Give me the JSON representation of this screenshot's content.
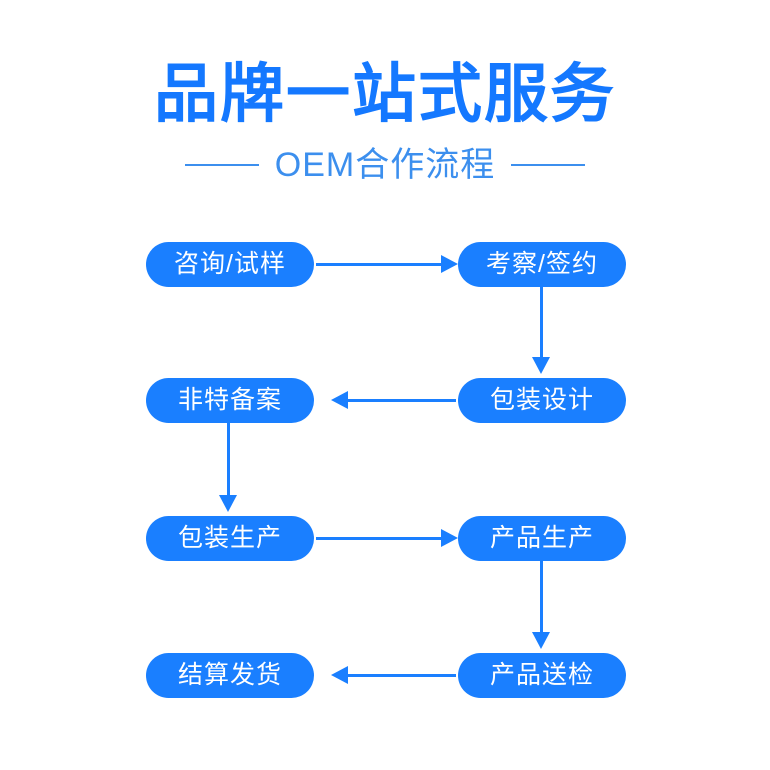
{
  "page": {
    "background_color": "#FFFFFF",
    "accent_color": "#1A7FFF",
    "title_color": "#1478FF",
    "subtitle_color": "#3C8FEE"
  },
  "header": {
    "title": "品牌一站式服务",
    "subtitle": "OEM合作流程"
  },
  "flowchart": {
    "type": "process-flow",
    "direction": "serpentine",
    "nodes": [
      {
        "id": "step-1",
        "label": "咨询/试样",
        "row": 1,
        "column": "left"
      },
      {
        "id": "step-2",
        "label": "考察/签约",
        "row": 1,
        "column": "right"
      },
      {
        "id": "step-3",
        "label": "包装设计",
        "row": 2,
        "column": "right"
      },
      {
        "id": "step-4",
        "label": "非特备案",
        "row": 2,
        "column": "left"
      },
      {
        "id": "step-5",
        "label": "包装生产",
        "row": 3,
        "column": "left"
      },
      {
        "id": "step-6",
        "label": "产品生产",
        "row": 3,
        "column": "right"
      },
      {
        "id": "step-7",
        "label": "产品送检",
        "row": 4,
        "column": "right"
      },
      {
        "id": "step-8",
        "label": "结算发货",
        "row": 4,
        "column": "left"
      }
    ],
    "connectors": [
      {
        "from": "step-1",
        "to": "step-2",
        "direction": "right"
      },
      {
        "from": "step-2",
        "to": "step-3",
        "direction": "down"
      },
      {
        "from": "step-3",
        "to": "step-4",
        "direction": "left"
      },
      {
        "from": "step-4",
        "to": "step-5",
        "direction": "down"
      },
      {
        "from": "step-5",
        "to": "step-6",
        "direction": "right"
      },
      {
        "from": "step-6",
        "to": "step-7",
        "direction": "down"
      },
      {
        "from": "step-7",
        "to": "step-8",
        "direction": "left"
      }
    ]
  }
}
